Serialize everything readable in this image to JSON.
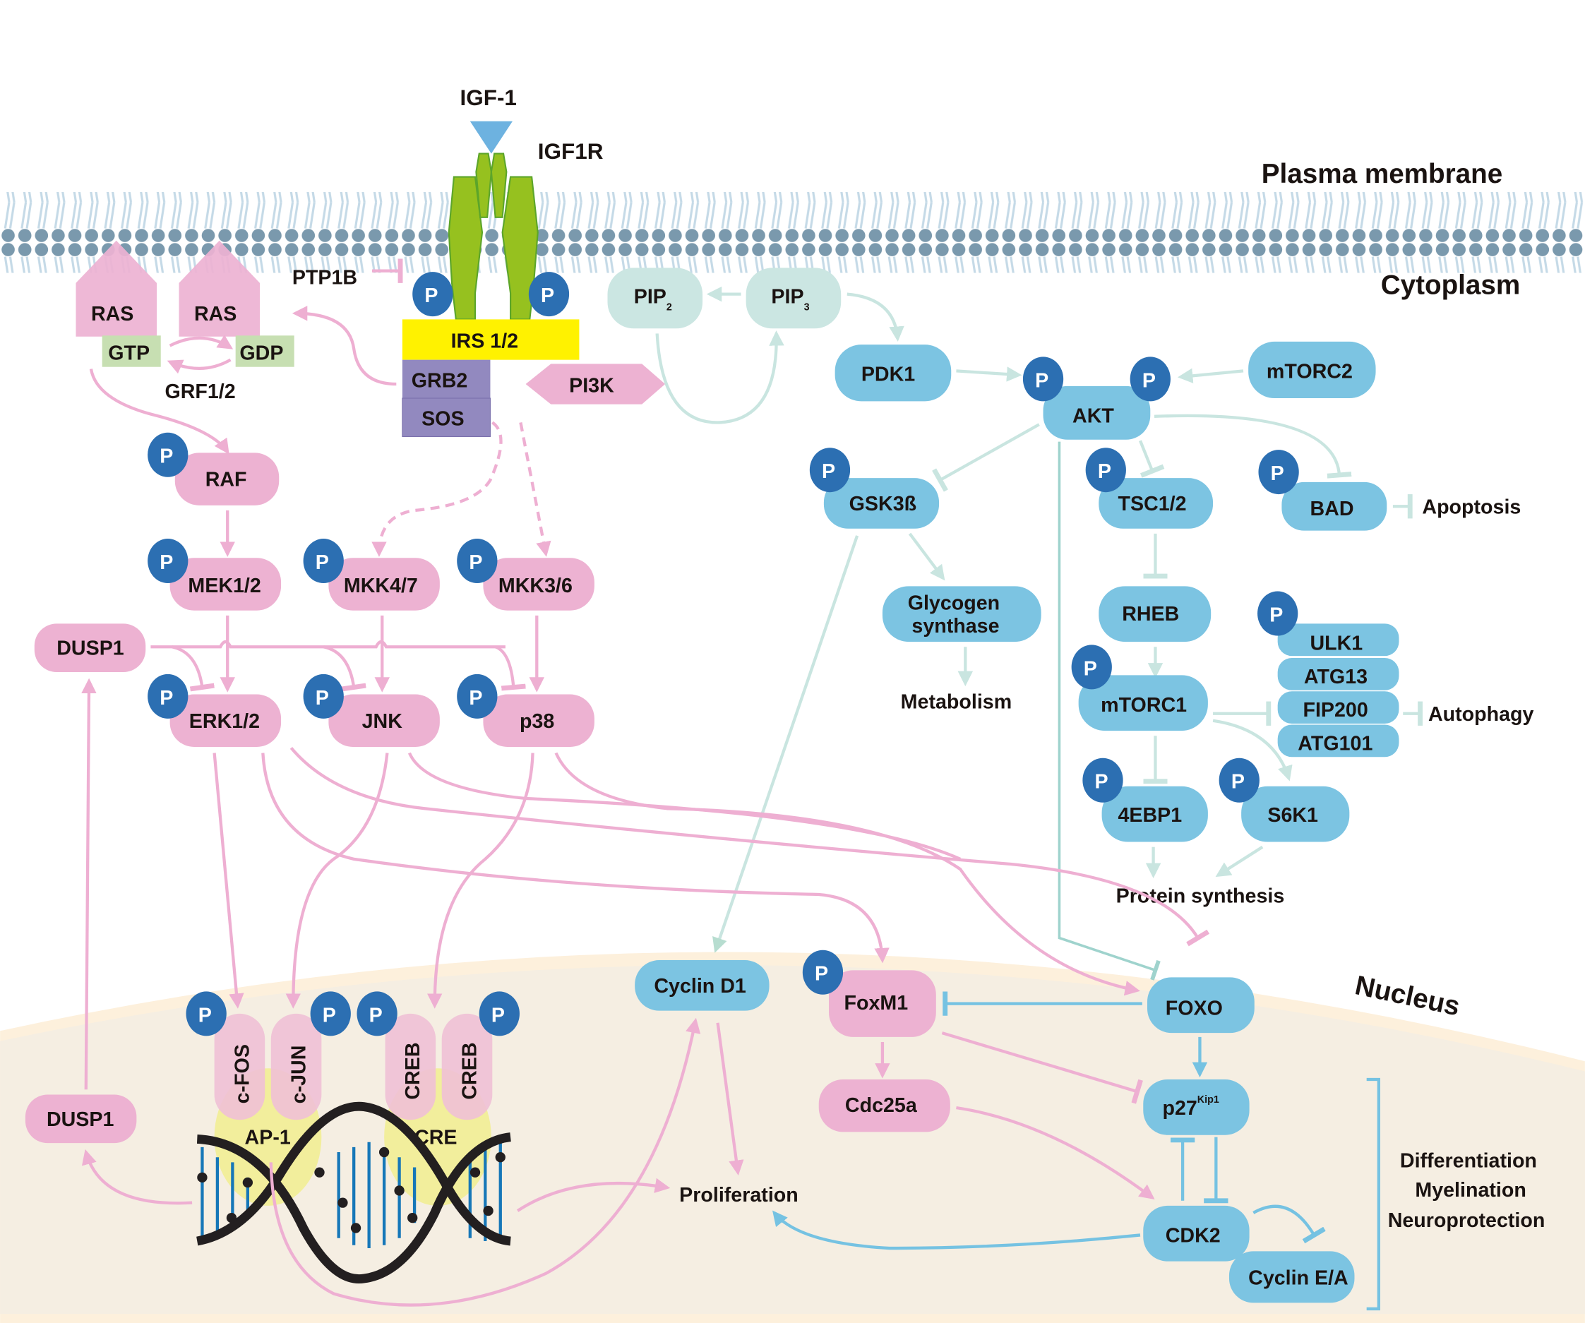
{
  "compartments": {
    "plasma_membrane": "Plasma membrane",
    "cytoplasm": "Cytoplasm",
    "nucleus": "Nucleus"
  },
  "ligand": {
    "name": "IGF-1",
    "receptor": "IGF1R"
  },
  "phospho_label": "P",
  "membrane_proximal": {
    "ras_1": "RAS",
    "ras_2": "RAS",
    "gtp": "GTP",
    "gdp": "GDP",
    "grf": "GRF1/2",
    "ptp1b": "PTP1B",
    "irs": "IRS 1/2",
    "grb2": "GRB2",
    "sos": "SOS",
    "pi3k": "PI3K",
    "pip2": "PIP",
    "pip2_sub": "2",
    "pip3": "PIP",
    "pip3_sub": "3"
  },
  "mapk": {
    "raf": "RAF",
    "mek": "MEK1/2",
    "mkk47": "MKK4/7",
    "mkk36": "MKK3/6",
    "dusp1_top": "DUSP1",
    "erk": "ERK1/2",
    "jnk": "JNK",
    "p38": "p38"
  },
  "akt_pathway": {
    "pdk1": "PDK1",
    "mtorc2": "mTORC2",
    "akt": "AKT",
    "gsk3b": "GSK3ß",
    "tsc": "TSC1/2",
    "bad": "BAD",
    "apoptosis": "Apoptosis",
    "glycogen_1": "Glycogen",
    "glycogen_2": "synthase",
    "metabolism": "Metabolism",
    "rheb": "RHEB",
    "mtorc1": "mTORC1",
    "ulk1": "ULK1",
    "atg13": "ATG13",
    "fip200": "FIP200",
    "atg101": "ATG101",
    "autophagy": "Autophagy",
    "ebp1": "4EBP1",
    "s6k1": "S6K1",
    "protein_synthesis": "Protein synthesis"
  },
  "nuclear": {
    "cfos": "c-FOS",
    "cjun": "c-JUN",
    "creb_1": "CREB",
    "creb_2": "CREB",
    "ap1": "AP-1",
    "cre": "CRE",
    "dusp1_bottom": "DUSP1",
    "cyclin_d1": "Cyclin D1",
    "foxm1": "FoxM1",
    "foxo": "FOXO",
    "cdc25a": "Cdc25a",
    "p27": "p27",
    "p27_sup": "Kip1",
    "cdk2": "CDK2",
    "cyclin_ea": "Cyclin E/A",
    "proliferation": "Proliferation",
    "outcomes": [
      "Differentiation",
      "Myelination",
      "Neuroprotection"
    ]
  },
  "colors": {
    "mapk_node": "#edb2d2",
    "akt_node": "#7cc4e2",
    "pip_node": "#cbe6e2",
    "phospho": "#2c6fb2",
    "irs": "#fff200",
    "grb2_sos": "#9289bf",
    "receptor": "#96c11f",
    "gtp_gdp": "#c7dfb2",
    "nucleus": "#f5eee2",
    "membrane_head": "#7a99ad",
    "membrane_tail": "#c5dae7",
    "ap1_cre": "#f2ee9c"
  }
}
